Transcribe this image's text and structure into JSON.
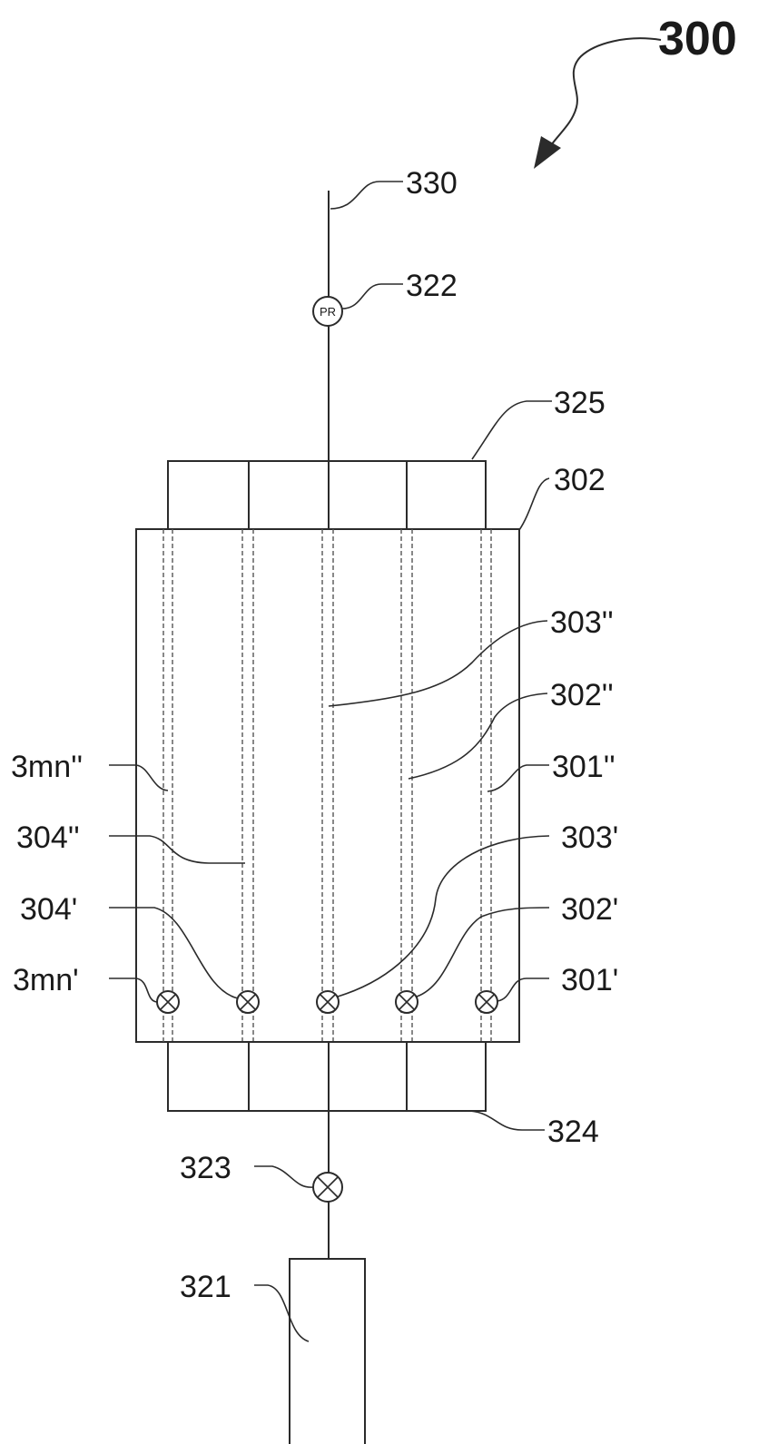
{
  "figure_number": "300",
  "labels": {
    "l330": "330",
    "l322": "322",
    "l325": "325",
    "l302": "302",
    "l303pp": "303''",
    "l302pp": "302''",
    "l3mnpp": "3mn''",
    "l301pp": "301''",
    "l304pp": "304''",
    "l303p": "303'",
    "l304p": "304'",
    "l302p": "302'",
    "l3mnp": "3mn'",
    "l301p": "301'",
    "l324": "324",
    "l323": "323",
    "l321": "321"
  },
  "pressure_regulator_text": "PR"
}
